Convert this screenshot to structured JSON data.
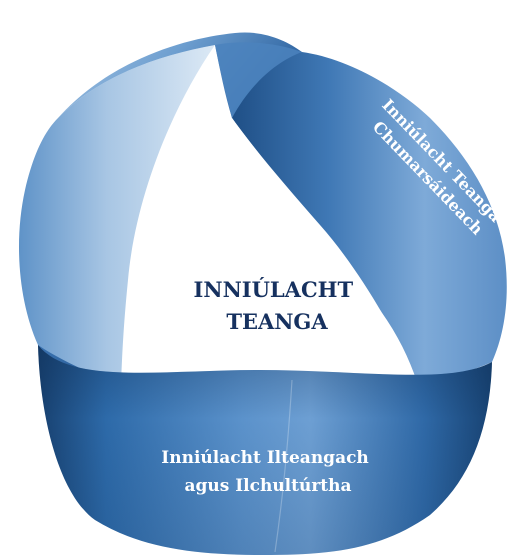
{
  "center": {
    "line1": "INNIÚLACHT",
    "line2": "TEANGA"
  },
  "bands": {
    "right": {
      "line1": "Inniúlacht Teanga",
      "line2": "Chumarsáideach"
    },
    "bottom": {
      "line1": "Inniúlacht Ilteangach",
      "line2": "agus Ilchultúrtha"
    }
  },
  "colors": {
    "dark_blue": "#1f4f86",
    "mid_blue": "#4f86c0",
    "light_blue": "#c9dcef",
    "title_text": "#16315f"
  }
}
